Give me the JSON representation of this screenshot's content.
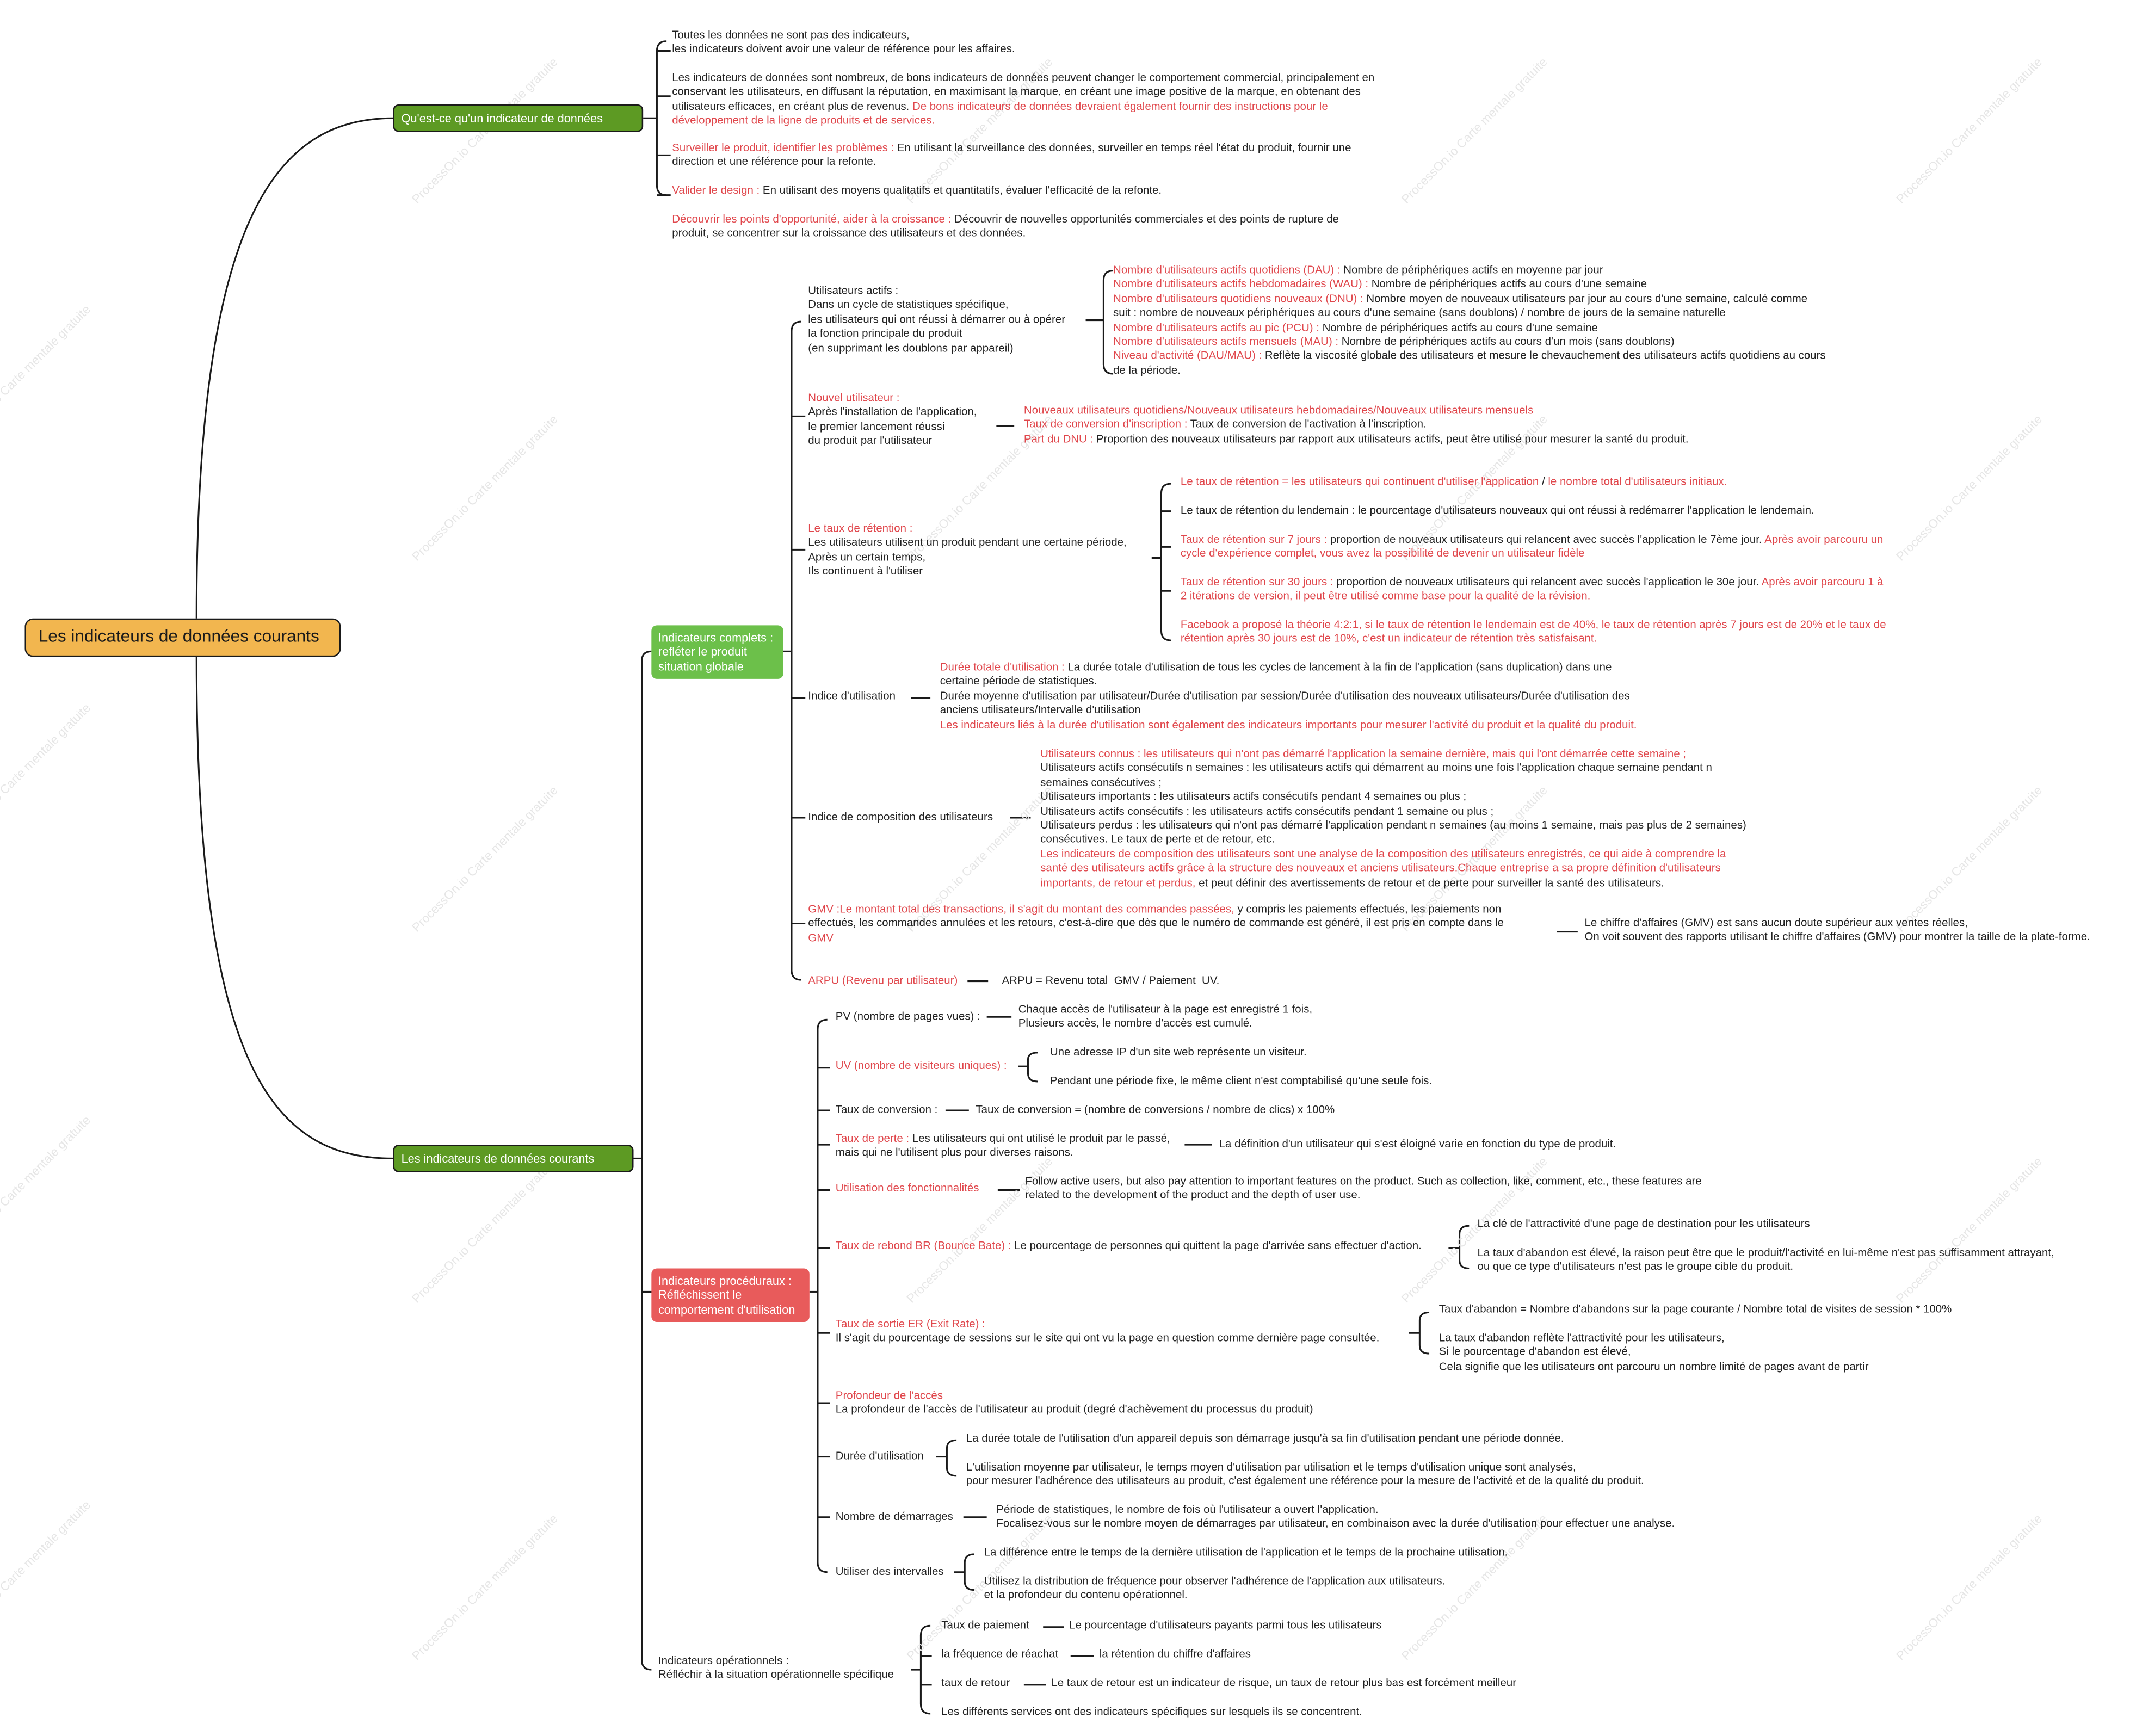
{
  "watermark": "ProcessOn.io Carte mentale gratuite",
  "root": "Les indicateurs de données courants",
  "what": {
    "title": "Qu'est-ce qu'un indicateur de données",
    "p1": [
      "Toutes les données ne sont pas des indicateurs,",
      "les indicateurs doivent avoir une valeur de référence pour les affaires."
    ],
    "p2": [
      "Les indicateurs de données sont nombreux, de bons indicateurs de données peuvent changer le comportement commercial, principalement en",
      "conservant les utilisateurs, en diffusant la réputation, en maximisant la marque, en créant une image positive de la marque, en obtenant des",
      "utilisateurs efficaces, en créant plus de revenus. "
    ],
    "p2_red": [
      "De bons indicateurs de données devraient également fournir des instructions pour le",
      "développement de la ligne de produits et de services."
    ],
    "p3_red": "Surveiller le produit, identifier les problèmes :",
    "p3": [
      " En utilisant la surveillance des données, surveiller en temps réel l'état du produit, fournir une",
      "direction et une référence pour la refonte."
    ],
    "p4_red": "Valider le design :",
    "p4": " En utilisant des moyens qualitatifs et quantitatifs, évaluer l'efficacité de la refonte.",
    "p5_red": "Découvrir les points d'opportunité, aider à la croissance :",
    "p5": [
      " Découvrir de nouvelles opportunités commerciales et des points de rupture de",
      "produit, se concentrer sur la croissance des utilisateurs et des données."
    ]
  },
  "common": {
    "title": "Les indicateurs de données courants",
    "complete": {
      "title": [
        "Indicateurs complets :",
        "refléter le produit",
        "situation globale"
      ],
      "active": {
        "label": [
          "Utilisateurs actifs :",
          "Dans un cycle de statistiques spécifique,",
          "les utilisateurs qui ont réussi à démarrer ou à opérer",
          "la fonction principale du produit",
          "(en supprimant les doublons par appareil)"
        ],
        "dau_red": "Nombre d'utilisateurs actifs quotidiens (DAU) :",
        "dau": " Nombre de périphériques actifs en moyenne par jour",
        "wau_red": "Nombre d'utilisateurs actifs hebdomadaires (WAU) :",
        "wau": " Nombre de périphériques actifs au cours d'une semaine",
        "dnu_red": "Nombre d'utilisateurs quotidiens nouveaux (DNU) :",
        "dnu": " Nombre moyen de nouveaux utilisateurs par jour au cours d'une semaine, calculé comme",
        "dnu2": "suit : nombre de nouveaux périphériques au cours d'une semaine (sans doublons) / nombre de jours de la semaine naturelle",
        "pcu_red": "Nombre d'utilisateurs actifs au pic (PCU) :",
        "pcu": " Nombre de périphériques actifs au cours d'une semaine",
        "mau_red": "Nombre d'utilisateurs actifs mensuels (MAU) :",
        "mau": " Nombre de périphériques actifs au cours d'un mois (sans doublons)",
        "level_red": "Niveau d'activité (DAU/MAU) :",
        "level": " Reflète la viscosité globale des utilisateurs et mesure le chevauchement des utilisateurs actifs quotidiens au cours",
        "level2": "de la période."
      },
      "newuser": {
        "label_red": "Nouvel utilisateur :",
        "label": [
          "Après l'installation de l'application,",
          "le premier lancement réussi",
          "du produit par l'utilisateur"
        ],
        "a_red": "Nouveaux utilisateurs quotidiens/Nouveaux utilisateurs hebdomadaires/Nouveaux utilisateurs mensuels",
        "b_red": "Taux de conversion d'inscription :",
        "b": " Taux de conversion de l'activation à l'inscription.",
        "c_red": "Part du DNU :",
        "c": " Proportion des nouveaux utilisateurs par rapport aux utilisateurs actifs, peut être utilisé pour mesurer la santé du produit."
      },
      "retention": {
        "label_red": "Le taux de rétention :",
        "label": [
          "Les utilisateurs utilisent un produit pendant une certaine période,",
          "Après un certain temps,",
          "Ils continuent à l'utiliser"
        ],
        "f1_red": "Le taux de rétention = les utilisateurs qui continuent d'utiliser l'application",
        "f1_sep": " / ",
        "f1_red2": "le nombre total d'utilisateurs initiaux.",
        "next": "Le taux de rétention du lendemain : le pourcentage d'utilisateurs nouveaux qui ont réussi à redémarrer l'application le lendemain.",
        "d7_red": "Taux de rétention sur 7 jours :",
        "d7": " proportion de nouveaux utilisateurs qui relancent avec succès l'application le 7ème jour. ",
        "d7_red2": "Après avoir parcouru un",
        "d7_red3": "cycle d'expérience complet, vous avez la possibilité de devenir un utilisateur fidèle",
        "d30_red": "Taux de rétention sur 30 jours :",
        "d30": " proportion de nouveaux utilisateurs qui relancent avec succès l'application le 30e jour. ",
        "d30_red2": "Après avoir parcouru 1 à",
        "d30_red3": "2 itérations de version, il peut être utilisé comme base pour la qualité de la révision.",
        "fb_red": [
          "Facebook a proposé la théorie 4:2:1, si le taux de rétention le lendemain est de 40%, le taux de rétention après 7 jours est de 20% et le taux de",
          "rétention après 30 jours est de 10%, c'est un indicateur de rétention très satisfaisant."
        ]
      },
      "usage": {
        "label": "Indice d'utilisation",
        "a_red": "Durée totale d'utilisation :",
        "a": " La durée totale d'utilisation de tous les cycles de lancement à la fin de l'application (sans duplication) dans une",
        "a2": "certaine période de statistiques.",
        "b": [
          "Durée moyenne d'utilisation par utilisateur/Durée d'utilisation par session/Durée d'utilisation des nouveaux utilisateurs/Durée d'utilisation des",
          "anciens utilisateurs/Intervalle d'utilisation"
        ],
        "c_red": "Les indicateurs liés à la durée d'utilisation sont également des indicateurs importants pour mesurer l'activité du produit et la qualité du produit."
      },
      "composition": {
        "label": "Indice de composition des utilisateurs",
        "a_red": "Utilisateurs connus : les utilisateurs qui n'ont pas démarré l'application la semaine dernière, mais qui l'ont démarrée cette semaine ;",
        "b": [
          "Utilisateurs actifs consécutifs n semaines : les utilisateurs actifs qui démarrent au moins une fois l'application chaque semaine pendant n",
          "semaines consécutives ;",
          "Utilisateurs importants : les utilisateurs actifs consécutifs pendant 4 semaines ou plus ;",
          "Utilisateurs actifs consécutifs : les utilisateurs actifs consécutifs pendant 1 semaine ou plus ;",
          "Utilisateurs perdus : les utilisateurs qui n'ont pas démarré l'application pendant n semaines (au moins 1 semaine, mais pas plus de 2 semaines)",
          "consécutives. Le taux de perte et de retour, etc."
        ],
        "c_red1": "Les indicateurs de composition des utilisateurs sont une analyse de la composition des utilisateurs enregistrés, ce qui aide à comprendre la",
        "c_red2": "santé des utilisateurs actifs grâce à la structure des nouveaux et anciens utilisateurs.Chaque entreprise a sa propre définition d'utilisateurs",
        "c_red3": "importants, de retour et perdus,",
        "c3": " et peut définir des avertissements de retour et de perte pour surveiller la santé des utilisateurs."
      },
      "gmv": {
        "l1_red": "GMV :Le montant total des transactions, il s'agit du montant des commandes passées,",
        "l1": " y compris les paiements effectués, les paiements non",
        "l2": "effectués, les commandes annulées et les retours, c'est-à-dire que dès que le numéro de commande est généré, il est pris en compte dans le",
        "l3_red": "GMV",
        "right": [
          "Le chiffre d'affaires (GMV) est sans aucun doute supérieur aux ventes réelles,",
          "On voit souvent des rapports utilisant le chiffre d'affaires (GMV) pour montrer la taille de la plate-forme."
        ]
      },
      "arpu": {
        "label_red": "ARPU (Revenu par utilisateur)",
        "right": "ARPU = Revenu total  GMV / Paiement  UV."
      }
    },
    "procedural": {
      "title": [
        "Indicateurs procéduraux :",
        "Réfléchissent le",
        "comportement d'utilisation"
      ],
      "pv": {
        "label": "PV (nombre de pages vues) :",
        "right": [
          "Chaque accès de l'utilisateur à la page est enregistré 1 fois,",
          "Plusieurs accès, le nombre d'accès est cumulé."
        ]
      },
      "uv": {
        "label_red": "UV (nombre de visiteurs uniques) :",
        "r1": "Une adresse IP d'un site web représente un visiteur.",
        "r2": "Pendant une période fixe, le même client n'est comptabilisé qu'une seule fois."
      },
      "conv": {
        "label": "Taux de conversion :",
        "right": "Taux de conversion = (nombre de conversions / nombre de clics) x 100%"
      },
      "churn": {
        "label_red": "Taux de perte :",
        "label": " Les utilisateurs qui ont utilisé le produit par le passé,",
        "label2": "mais qui ne l'utilisent plus pour diverses raisons.",
        "right": "La définition d'un utilisateur qui s'est éloigné varie en fonction du type de produit."
      },
      "features": {
        "label_red": "Utilisation des fonctionnalités",
        "right": [
          "Follow active users, but also pay attention to important features on the product. Such as collection, like, comment, etc., these features are",
          "related to the development of the product and the depth of user use."
        ]
      },
      "bounce": {
        "label_red": "Taux de rebond BR (Bounce Bate) :",
        "label": " Le pourcentage de personnes qui quittent la page d'arrivée sans effectuer d'action.",
        "r1": "La clé de l'attractivité d'une page de destination pour les utilisateurs",
        "r2": [
          "La taux d'abandon est élevé, la raison peut être que le produit/l'activité en lui-même n'est pas suffisamment attrayant,",
          "ou que ce type d'utilisateurs n'est pas le groupe cible du produit."
        ]
      },
      "exit": {
        "label_red": "Taux de sortie ER (Exit Rate) :",
        "label": "Il s'agit du pourcentage de sessions sur le site qui ont vu la page en question comme dernière page consultée.",
        "r1": "Taux d'abandon = Nombre d'abandons sur la page courante / Nombre total de visites de session * 100%",
        "r2": [
          "La taux d'abandon reflète l'attractivité pour les utilisateurs,",
          "Si le pourcentage d'abandon est élevé,",
          "Cela signifie que les utilisateurs ont parcouru un nombre limité de pages avant de partir"
        ]
      },
      "depth": {
        "label_red": "Profondeur de l'accès",
        "label": "La profondeur de l'accès de l'utilisateur au produit (degré d'achèvement du processus du produit)"
      },
      "duration": {
        "label": "Durée d'utilisation",
        "r1": "La durée totale de l'utilisation d'un appareil depuis son démarrage jusqu'à sa fin d'utilisation pendant une période donnée.",
        "r2": [
          "L'utilisation moyenne par utilisateur, le temps moyen d'utilisation par utilisation et le temps d'utilisation unique sont analysés,",
          "pour mesurer l'adhérence des utilisateurs au produit, c'est également une référence pour la mesure de l'activité et de la qualité du produit."
        ]
      },
      "launches": {
        "label": "Nombre de démarrages",
        "right": [
          "Période de statistiques, le nombre de fois où l'utilisateur a ouvert l'application.",
          "Focalisez-vous sur le nombre moyen de démarrages par utilisateur, en combinaison avec la durée d'utilisation pour effectuer une analyse."
        ]
      },
      "intervals": {
        "label": "Utiliser des intervalles",
        "r1": "La différence entre le temps de la dernière utilisation de l'application et le temps de la prochaine utilisation.",
        "r2": [
          "Utilisez la distribution de fréquence pour observer l'adhérence de l'application aux utilisateurs.",
          "et la profondeur du contenu opérationnel."
        ]
      }
    },
    "operational": {
      "title": [
        "Indicateurs opérationnels :",
        "Réfléchir à la situation opérationnelle spécifique"
      ],
      "pay": {
        "label": "Taux de paiement",
        "right": "Le pourcentage d'utilisateurs payants parmi tous les utilisateurs"
      },
      "repurchase": {
        "label": "la fréquence de réachat",
        "right": "la rétention du chiffre d'affaires"
      },
      "returns": {
        "label": "taux de retour",
        "right": "Le taux de retour est un indicateur de risque, un taux de retour plus bas est forcément meilleur"
      },
      "services": {
        "label": "Les différents services ont des indicateurs spécifiques sur lesquels ils se concentrent."
      }
    }
  }
}
